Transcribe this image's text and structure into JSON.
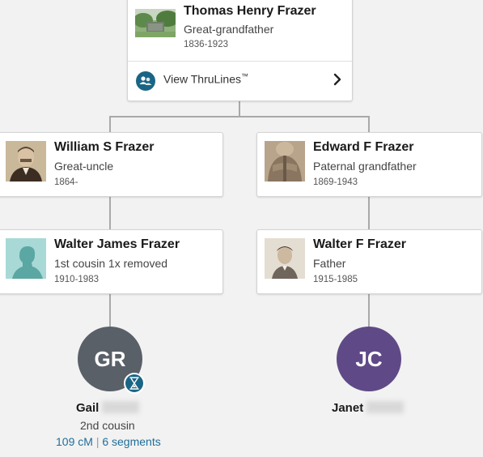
{
  "top_person": {
    "name": "Thomas Henry Frazer",
    "relationship": "Great-grandfather",
    "dates": "1836-1923",
    "thrulines_label": "View ThruLines",
    "thrulines_mark": "™"
  },
  "ancestors": [
    {
      "name": "William S Frazer",
      "relationship": "Great-uncle",
      "dates": "1864-",
      "photo": "portrait-photo"
    },
    {
      "name": "Edward F Frazer",
      "relationship": "Paternal grandfather",
      "dates": "1869-1943",
      "photo": "portrait-photo"
    },
    {
      "name": "Walter James Frazer",
      "relationship": "1st cousin 1x removed",
      "dates": "1910-1983",
      "photo": "silhouette-placeholder"
    },
    {
      "name": "Walter F Frazer",
      "relationship": "Father",
      "dates": "1915-1985",
      "photo": "portrait-photo"
    }
  ],
  "matches": [
    {
      "initials": "GR",
      "first_name": "Gail",
      "relationship": "2nd cousin",
      "cm": "109 cM",
      "separator": "|",
      "segments": "6 segments",
      "color": "#5a6068",
      "badge_icon": "dna-hourglass-icon"
    },
    {
      "initials": "JC",
      "first_name": "Janet",
      "color": "#5f4a87"
    }
  ],
  "colors": {
    "background": "#f2f2f2",
    "connector": "#a9a9a9",
    "accent": "#1a6585",
    "link": "#1f6e9a"
  }
}
